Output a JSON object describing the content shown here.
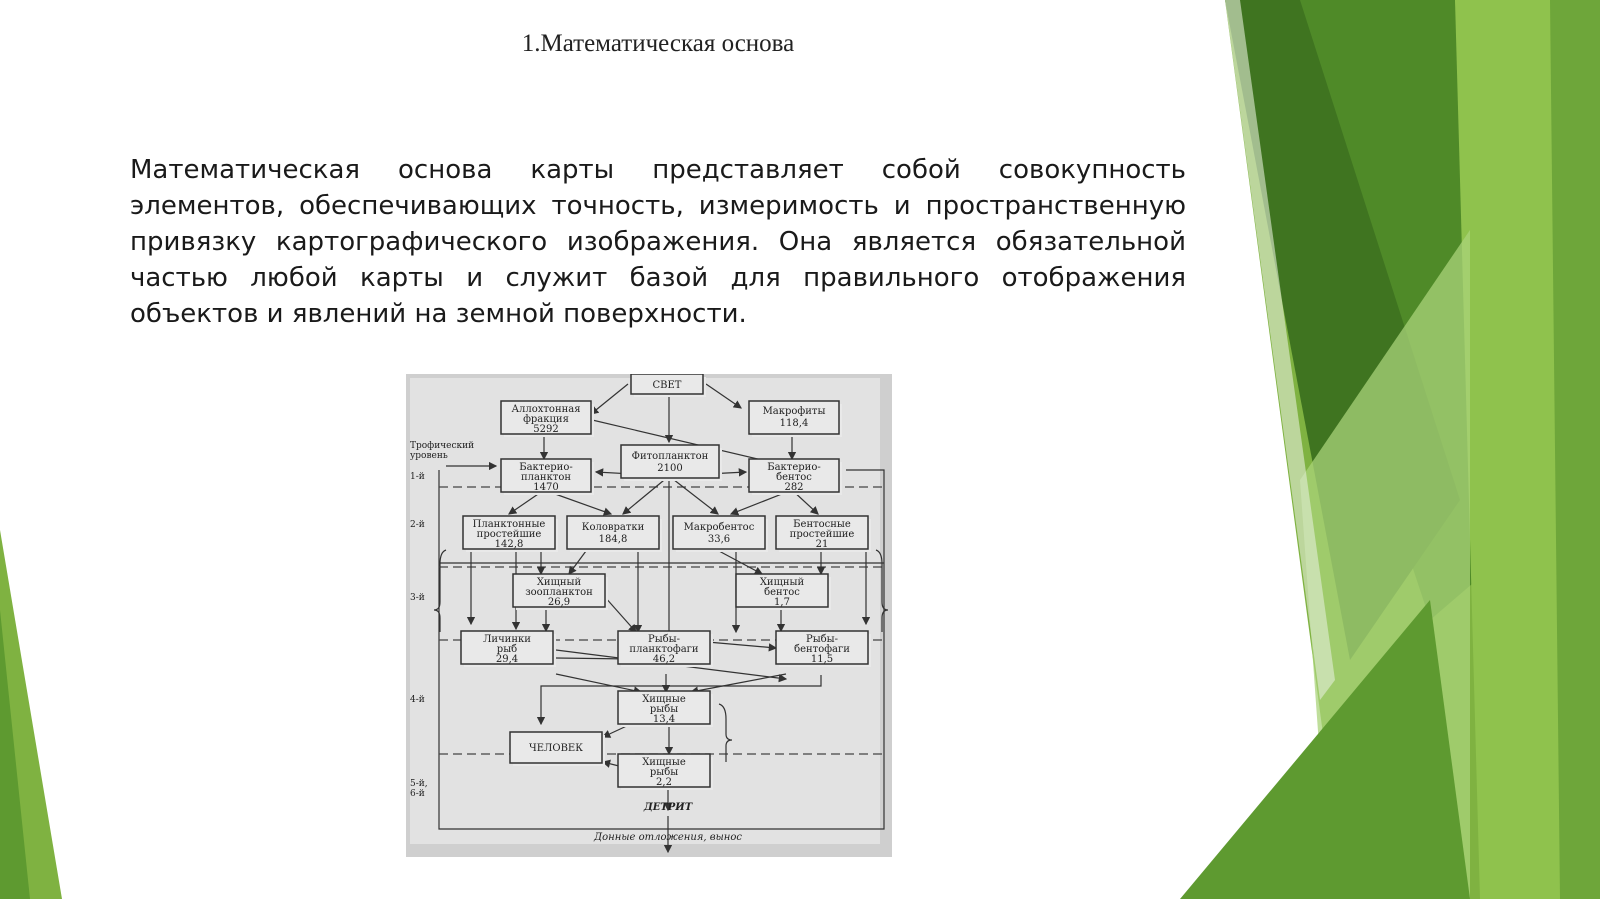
{
  "slide": {
    "title": "1.Математическая основа",
    "paragraph": "Математическая основа карты представляет собой совокупность элементов, обеспечивающих точность, измеримость и пространственную привязку картографического изображения. Она является обязательной частью любой карты и служит базой для правильного отображения объектов и явлений на земной поверхности."
  },
  "diagram": {
    "level_header": [
      "Трофический",
      "уровень"
    ],
    "levels": [
      "1-й",
      "2-й",
      "3-й",
      "4-й",
      "5-й,",
      "6-й"
    ],
    "nodes": {
      "light": [
        "СВЕТ"
      ],
      "allochthonous": [
        "Аллохтонная",
        "фракция",
        "5292"
      ],
      "macrophytes": [
        "Макрофиты",
        "118,4"
      ],
      "phytoplankton": [
        "Фитопланктон",
        "2100"
      ],
      "bacterioplankton": [
        "Бактерио-",
        "планктон",
        "1470"
      ],
      "bacteriobenthos": [
        "Бактерио-",
        "бентос",
        "282"
      ],
      "plankton_eaters": [
        "Планктонные",
        "простейшие",
        "142,8"
      ],
      "copepods": [
        "Коловратки",
        "184,8"
      ],
      "macrozoobenthos": [
        "Макробентос",
        "33,6"
      ],
      "benthic_protozoa": [
        "Бентосные",
        "простейшие",
        "21"
      ],
      "predatory_zooplankton": [
        "Хищный",
        "зоопланктон",
        "26,9"
      ],
      "predatory_benthos": [
        "Хищный",
        "бентос",
        "1,7"
      ],
      "fish_fry": [
        "Личинки",
        "рыб",
        "29,4"
      ],
      "planktivorous_fish": [
        "Рыбы-",
        "планктофаги",
        "46,2"
      ],
      "benthivorous_fish": [
        "Рыбы-",
        "бентофаги",
        "11,5"
      ],
      "predatory_fish_1": [
        "Хищные",
        "рыбы",
        "13,4"
      ],
      "human": [
        "ЧЕЛОВЕК"
      ],
      "predatory_fish_2": [
        "Хищные",
        "рыбы",
        "2,2"
      ]
    },
    "detritus": "ДЕТРИТ",
    "footer": "Донные отложения, вынос"
  }
}
